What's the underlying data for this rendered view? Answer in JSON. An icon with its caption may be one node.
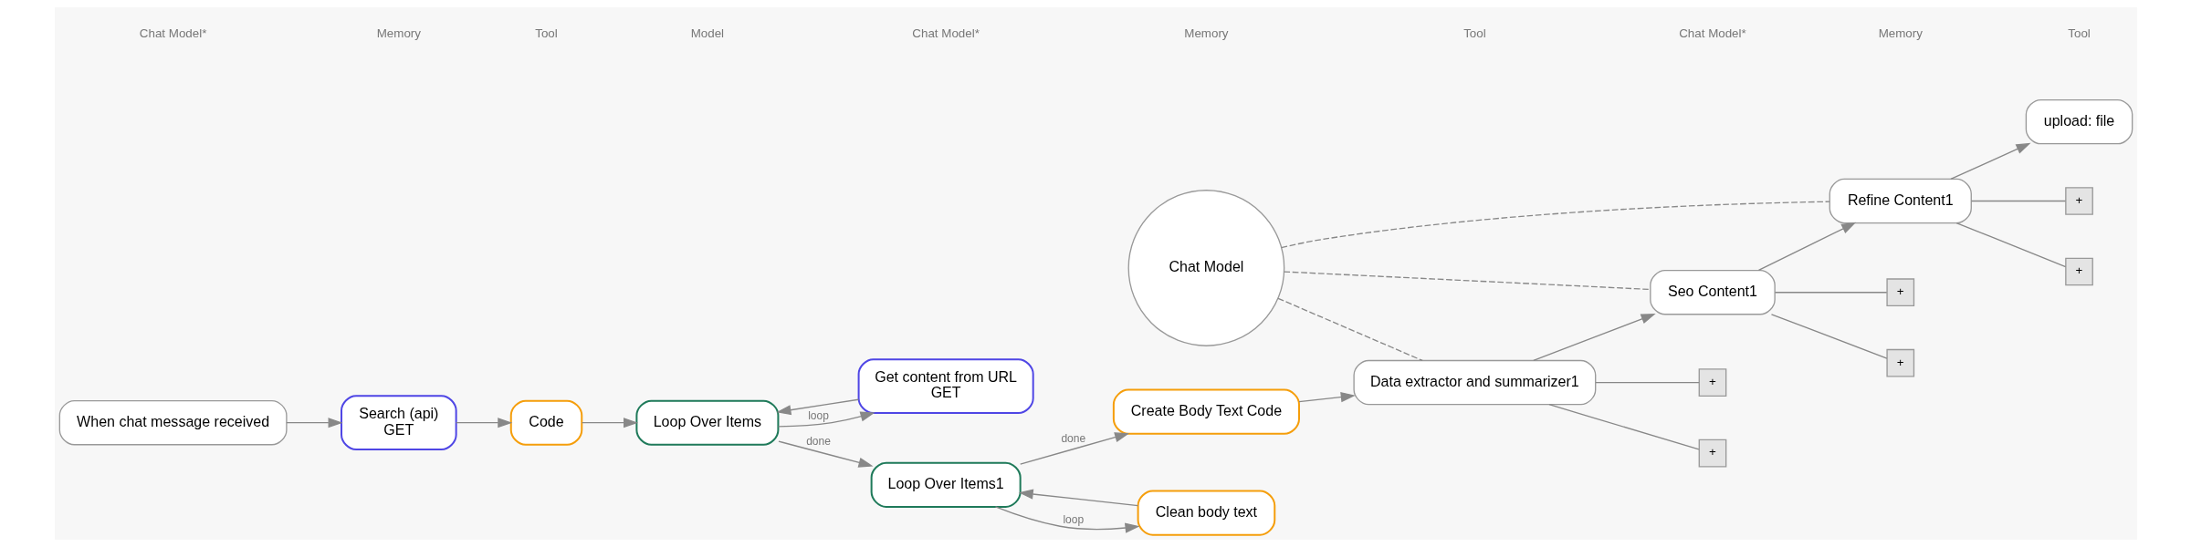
{
  "diagram": {
    "nodes": [
      {
        "text": [
          "When chat message received"
        ]
      },
      {
        "text": [
          "Search (api)",
          "GET"
        ]
      },
      {
        "text": [
          "Code"
        ]
      },
      {
        "text": [
          "Loop Over Items"
        ]
      },
      {
        "text": [
          "Get content from URL",
          "GET"
        ]
      },
      {
        "text": [
          "Loop Over Items1"
        ]
      },
      {
        "text": [
          "Create Body Text Code"
        ]
      },
      {
        "text": [
          "Clean body text"
        ]
      },
      {
        "text": [
          "Data extractor and summarizer1"
        ]
      },
      {
        "text": [
          "Seo Content1"
        ]
      },
      {
        "text": [
          "Refine Content1"
        ]
      },
      {
        "text": [
          "upload: file"
        ]
      },
      {
        "text": [
          "Chat Model"
        ]
      },
      {
        "text": [
          "+"
        ]
      },
      {
        "text": [
          "+"
        ]
      },
      {
        "text": [
          "+"
        ]
      },
      {
        "text": [
          "+"
        ]
      },
      {
        "text": [
          "+"
        ]
      },
      {
        "text": [
          "+"
        ]
      }
    ],
    "edges": [
      {
        "from": 0,
        "to": 1,
        "arrow": "to"
      },
      {
        "from": 1,
        "to": 2,
        "arrow": "to"
      },
      {
        "from": 2,
        "to": 3,
        "arrow": "to"
      },
      {
        "from": 3,
        "to": 5,
        "arrow": "to",
        "label": "done"
      },
      {
        "from": 3,
        "to": 4,
        "arrow": "to",
        "label": "loop"
      },
      {
        "from": 4,
        "to": 3,
        "arrow": "to"
      },
      {
        "from": 5,
        "to": 6,
        "arrow": "to",
        "label": "done"
      },
      {
        "from": 5,
        "to": 7,
        "arrow": "to",
        "label": "loop"
      },
      {
        "from": 7,
        "to": 5,
        "arrow": "to"
      },
      {
        "from": 6,
        "to": 8,
        "arrow": "to"
      },
      {
        "from": 8,
        "to": 9,
        "arrow": "to"
      },
      {
        "from": 9,
        "to": 10,
        "arrow": "to"
      },
      {
        "from": 10,
        "to": 11,
        "arrow": "to"
      },
      {
        "from": 12,
        "to": 8,
        "arrow": "none",
        "style": "dashed"
      },
      {
        "from": 12,
        "to": 9,
        "arrow": "none",
        "style": "dashed"
      },
      {
        "from": 12,
        "to": 10,
        "arrow": "none",
        "style": "dashed"
      },
      {
        "from": 8,
        "to": 13,
        "arrow": "none"
      },
      {
        "from": 8,
        "to": 14,
        "arrow": "none"
      },
      {
        "from": 9,
        "to": 15,
        "arrow": "none"
      },
      {
        "from": 9,
        "to": 16,
        "arrow": "none"
      },
      {
        "from": 10,
        "to": 17,
        "arrow": "none"
      },
      {
        "from": 10,
        "to": 18,
        "arrow": "none"
      }
    ],
    "labels": [
      "Chat Model*",
      "Memory",
      "Tool",
      "Model",
      "Chat Model*",
      "Memory",
      "Tool",
      "Chat Model*",
      "Memory",
      "Tool"
    ]
  }
}
